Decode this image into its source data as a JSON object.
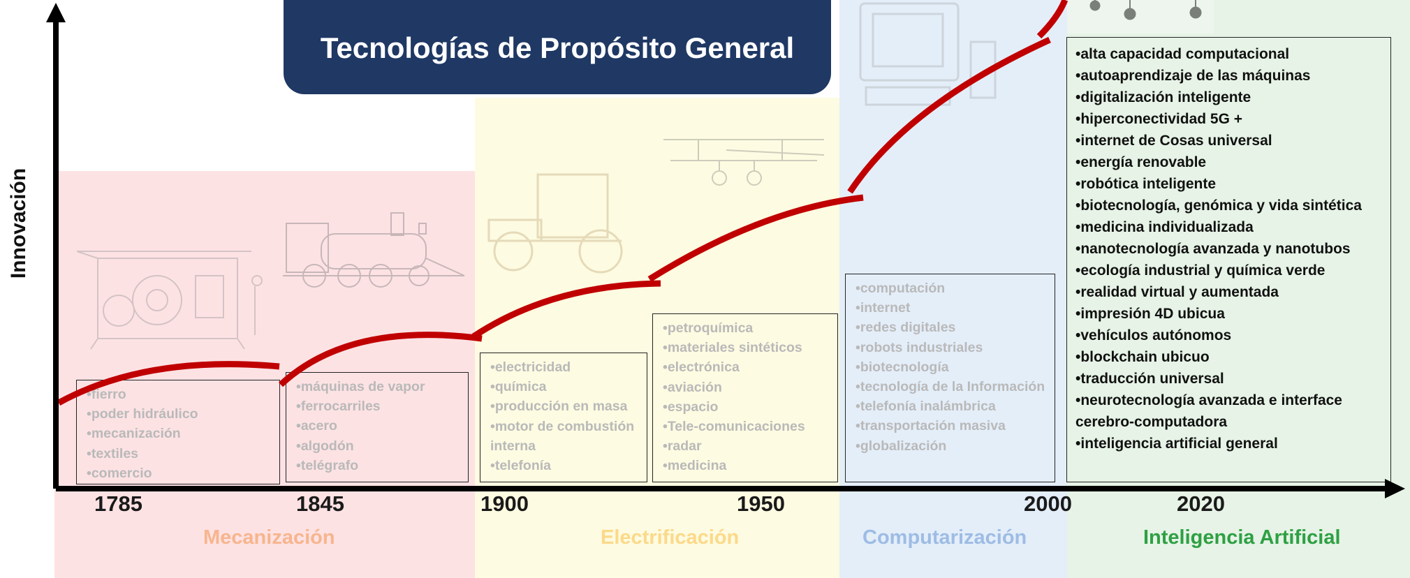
{
  "title": "Tecnologías de Propósito General",
  "y_axis_label": "Innovación",
  "years": [
    "1785",
    "1845",
    "1900",
    "1950",
    "2000",
    "2020"
  ],
  "eras": [
    {
      "label": "Mecanización",
      "color": "#f7b58e"
    },
    {
      "label": "Electrificación",
      "color": "#fcd98a"
    },
    {
      "label": "Computarización",
      "color": "#9dbce5"
    },
    {
      "label": "Inteligencia Artificial",
      "color": "#2ea043"
    }
  ],
  "boxes": [
    {
      "items": [
        "fierro",
        "poder hidráulico",
        "mecanización",
        "textiles",
        "comercio"
      ]
    },
    {
      "items": [
        "máquinas de vapor",
        "ferrocarriles",
        "acero",
        "algodón",
        "telégrafo"
      ]
    },
    {
      "items": [
        "electricidad",
        "química",
        "producción en masa",
        "motor de combustión interna",
        "telefonía"
      ]
    },
    {
      "items": [
        "petroquímica",
        "materiales sintéticos",
        "electrónica",
        "aviación",
        "espacio",
        "Tele-comunicaciones",
        "radar",
        "medicina"
      ]
    },
    {
      "items": [
        "computación",
        "internet",
        "redes digitales",
        "robots industriales",
        "biotecnología",
        "tecnología de la Información",
        "telefonía inalámbrica",
        "transportación masiva",
        "globalización"
      ]
    },
    {
      "items": [
        "alta capacidad computacional",
        "autoaprendizaje de las máquinas",
        "digitalización inteligente",
        "hiperconectividad 5G +",
        "internet de Cosas universal",
        "energía renovable",
        "robótica inteligente",
        "biotecnología, genómica y vida sintética",
        "medicina individualizada",
        "nanotecnología avanzada y nanotubos",
        "ecología industrial y química verde",
        "realidad virtual y aumentada",
        "impresión 4D ubicua",
        "vehículos autónomos",
        "blockchain ubicuo",
        "traducción universal",
        "neurotecnología avanzada e interface cerebro-computadora",
        "inteligencia artificial general"
      ]
    }
  ],
  "colors": {
    "curve": "#c00000",
    "title_bg": "#1f3864",
    "axis": "#000000"
  },
  "illustrations": [
    "steam-thresher-illustration",
    "locomotive-illustration",
    "early-automobile-illustration",
    "biplane-illustration",
    "personal-computer-illustration",
    "robot-illustration"
  ]
}
